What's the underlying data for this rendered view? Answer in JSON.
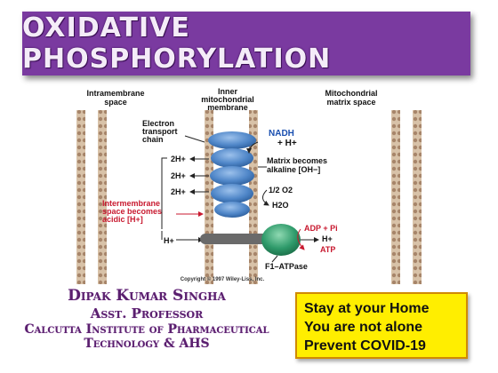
{
  "title": "OXIDATIVE PHOSPHORYLATION",
  "diagram": {
    "header_left": [
      "Intramembrane",
      "space"
    ],
    "header_center": [
      "Inner",
      "mitochondrial",
      "membrane"
    ],
    "header_right": [
      "Mitochondrial",
      "matrix space"
    ],
    "etc_label": [
      "Electron",
      "transport",
      "chain"
    ],
    "nadh": "NADH",
    "nadh_h": "+ H+",
    "proton_labels": [
      "2H+",
      "2H+",
      "2H+"
    ],
    "matrix_alkaline": [
      "Matrix becomes",
      "alkaline [OH−]"
    ],
    "intermembrane_acidic": [
      "Intermembrane",
      "space becomes",
      "acidic [H+]"
    ],
    "o2": "1/2 O2",
    "h2o": "H2O",
    "h_plus": "H+",
    "adp_pi": "ADP + Pi",
    "h_plus_right": "H+",
    "atp": "ATP",
    "atpase": "F1–ATPase",
    "copyright": "Copyright © 1997 Wiley-Liss, Inc.",
    "colors": {
      "protein": "#4f86c8",
      "atpase": "#2e9a6a",
      "membrane": "#a7856a",
      "accent_red": "#c8192f",
      "label_blue": "#1a4fb0"
    }
  },
  "author": {
    "name": "Dipak Kumar Singha",
    "role": "Asst. Professor",
    "institute": "Calcutta Institute of Pharmaceutical Technology  & AHS"
  },
  "notice": {
    "line1": "Stay at your Home",
    "line2": "You are not alone",
    "line3": "Prevent  COVID-19"
  }
}
